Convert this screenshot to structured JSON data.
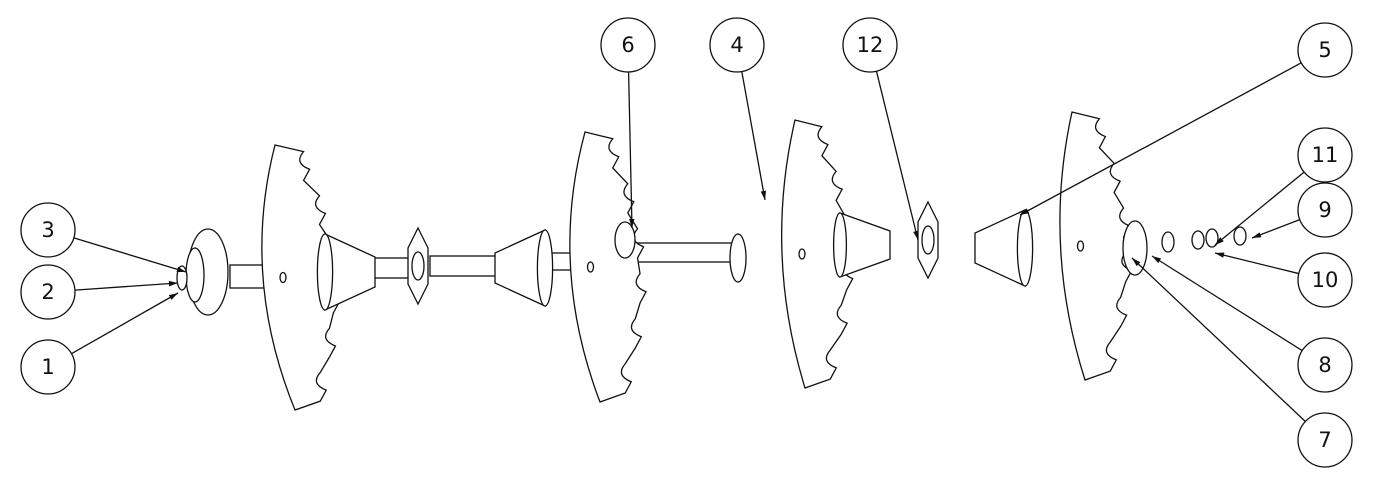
{
  "title": "Exploded assembly drawing",
  "balloons": [
    {
      "label": "3"
    },
    {
      "label": "2"
    },
    {
      "label": "1"
    },
    {
      "label": "6"
    },
    {
      "label": "4"
    },
    {
      "label": "12"
    },
    {
      "label": "5"
    },
    {
      "label": "11"
    },
    {
      "label": "9"
    },
    {
      "label": "10"
    },
    {
      "label": "8"
    },
    {
      "label": "7"
    }
  ],
  "colors": {
    "line": "#111111",
    "background": "#ffffff"
  }
}
